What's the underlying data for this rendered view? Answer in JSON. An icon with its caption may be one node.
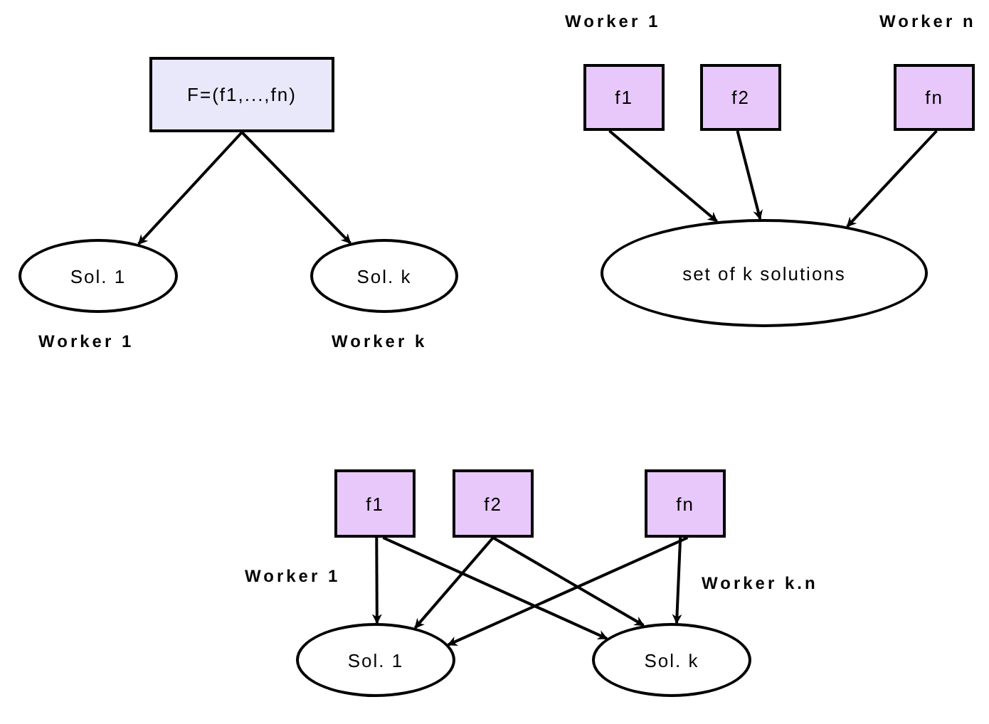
{
  "diagram": {
    "nodes": [
      {
        "text": [
          "F=(f1,...,fn)"
        ]
      },
      {
        "text": [
          "Sol. 1"
        ]
      },
      {
        "text": [
          "Sol. k"
        ]
      },
      {
        "text": [
          "f1"
        ]
      },
      {
        "text": [
          "f2"
        ]
      },
      {
        "text": [
          "fn"
        ]
      },
      {
        "text": [
          "set of k solutions"
        ]
      },
      {
        "text": [
          "f1"
        ]
      },
      {
        "text": [
          "f2"
        ]
      },
      {
        "text": [
          "fn"
        ]
      },
      {
        "text": [
          "Sol. 1"
        ]
      },
      {
        "text": [
          "Sol. k"
        ]
      }
    ],
    "edges": [
      {
        "from": 0,
        "to": 1,
        "arrow": "to"
      },
      {
        "from": 0,
        "to": 2,
        "arrow": "to"
      },
      {
        "from": 3,
        "to": 6,
        "arrow": "to"
      },
      {
        "from": 4,
        "to": 6,
        "arrow": "to"
      },
      {
        "from": 5,
        "to": 6,
        "arrow": "to"
      },
      {
        "from": 7,
        "to": 10,
        "arrow": "to"
      },
      {
        "from": 7,
        "to": 11,
        "arrow": "to"
      },
      {
        "from": 8,
        "to": 10,
        "arrow": "to"
      },
      {
        "from": 8,
        "to": 11,
        "arrow": "to"
      },
      {
        "from": 9,
        "to": 10,
        "arrow": "to"
      },
      {
        "from": 9,
        "to": 11,
        "arrow": "to"
      }
    ],
    "labels": [
      "Worker 1",
      "Worker k",
      "Worker 1",
      "Worker n",
      "Worker 1",
      "Worker k.n"
    ]
  }
}
